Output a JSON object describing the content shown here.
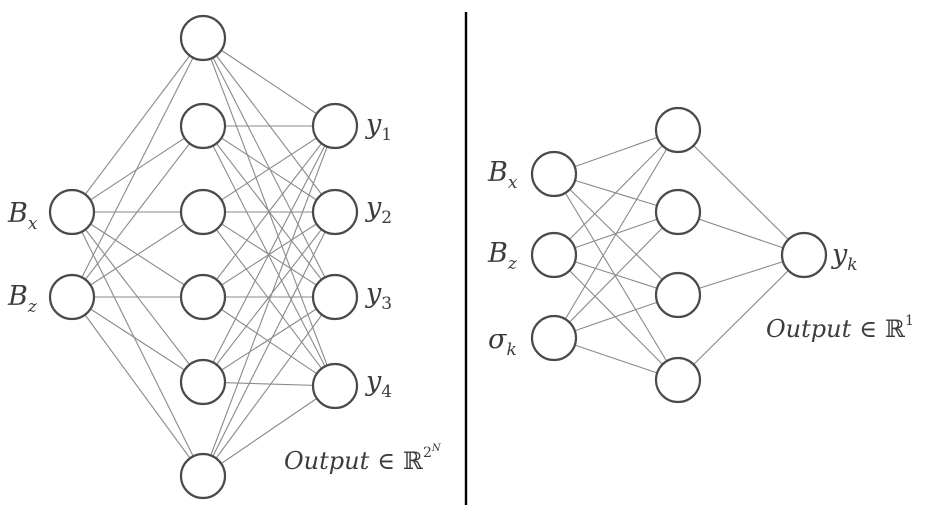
{
  "left_network": {
    "input_labels": [
      {
        "base": "B",
        "sub": "x"
      },
      {
        "base": "B",
        "sub": "z"
      }
    ],
    "output_labels": [
      {
        "base": "y",
        "sub": "1"
      },
      {
        "base": "y",
        "sub": "2"
      },
      {
        "base": "y",
        "sub": "3"
      },
      {
        "base": "y",
        "sub": "4"
      }
    ],
    "output_caption": {
      "prefix": "Output",
      "symbol": "∈",
      "set": "ℝ",
      "power_base": "2",
      "power_exp": "N"
    }
  },
  "right_network": {
    "input_labels": [
      {
        "base": "B",
        "sub": "x"
      },
      {
        "base": "B",
        "sub": "z"
      },
      {
        "base": "σ",
        "sub": "k"
      }
    ],
    "output_labels": [
      {
        "base": "y",
        "sub": "k"
      }
    ],
    "output_caption": {
      "prefix": "Output",
      "symbol": "∈",
      "set": "ℝ",
      "power": "1"
    }
  }
}
